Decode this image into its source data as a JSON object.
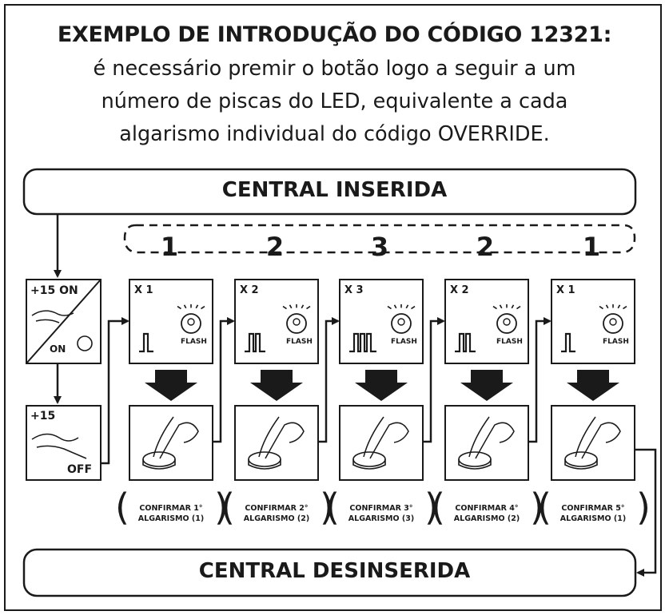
{
  "header": {
    "title": "EXEMPLO DE INTRODUÇÃO DO CÓDIGO 12321:",
    "description": "é necessário premir o botão logo a seguir a um número de piscas do LED, equivalente a cada algarismo individual do código OVERRIDE."
  },
  "top_bar": {
    "label": "CENTRAL INSERIDA"
  },
  "bottom_bar": {
    "label": "CENTRAL DESINSERIDA"
  },
  "code_digits": [
    "1",
    "2",
    "3",
    "2",
    "1"
  ],
  "start_on": {
    "label": "+15 ON",
    "sub": "ON"
  },
  "start_off": {
    "label": "+15",
    "sub": "OFF"
  },
  "flash_label": "FLASH",
  "steps": [
    {
      "count": "X 1",
      "pulses": 1,
      "confirm_line1": "CONFIRMAR 1°",
      "confirm_line2": "ALGARISMO (1)"
    },
    {
      "count": "X 2",
      "pulses": 2,
      "confirm_line1": "CONFIRMAR 2°",
      "confirm_line2": "ALGARISMO (2)"
    },
    {
      "count": "X 3",
      "pulses": 3,
      "confirm_line1": "CONFIRMAR 3°",
      "confirm_line2": "ALGARISMO (3)"
    },
    {
      "count": "X 2",
      "pulses": 2,
      "confirm_line1": "CONFIRMAR 4°",
      "confirm_line2": "ALGARISMO (2)"
    },
    {
      "count": "X 1",
      "pulses": 1,
      "confirm_line1": "CONFIRMAR 5°",
      "confirm_line2": "ALGARISMO (1)"
    }
  ],
  "colors": {
    "ink": "#1a1a1a",
    "background": "#ffffff"
  }
}
